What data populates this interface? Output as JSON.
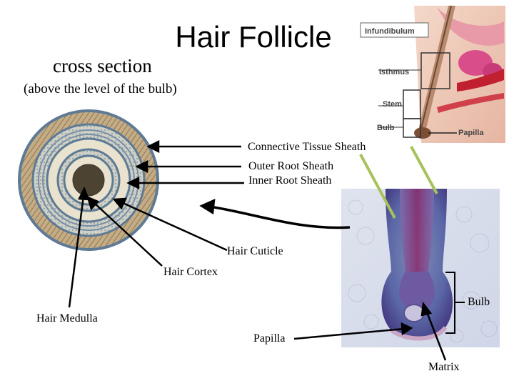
{
  "title": "Hair Follicle",
  "subtitle": "cross section",
  "subnote": "(above the level of the bulb)",
  "cross_section_labels": {
    "connective_tissue_sheath": "Connective Tissue Sheath",
    "outer_root_sheath": "Outer Root Sheath",
    "inner_root_sheath": "Inner Root Sheath",
    "hair_cuticle": "Hair Cuticle",
    "hair_cortex": "Hair Cortex",
    "hair_medulla": "Hair Medulla"
  },
  "micrograph_labels": {
    "bulb": "Bulb",
    "papilla": "Papilla",
    "matrix": "Matrix"
  },
  "inset_labels": {
    "infundibulum": "Infundibulum",
    "isthmus": "Isthmus",
    "stem": "Stem",
    "bulb": "Bulb",
    "papilla": "Papilla"
  },
  "colors": {
    "outer_ring": "#b9a27a",
    "ring_stroke": "#5e7a94",
    "inner_fill": "#e8e2cf",
    "medulla": "#4d4333",
    "stain_purple": "#6a5d9e",
    "stain_pink": "#c9a7c4",
    "guide_green": "#a6c25b"
  }
}
